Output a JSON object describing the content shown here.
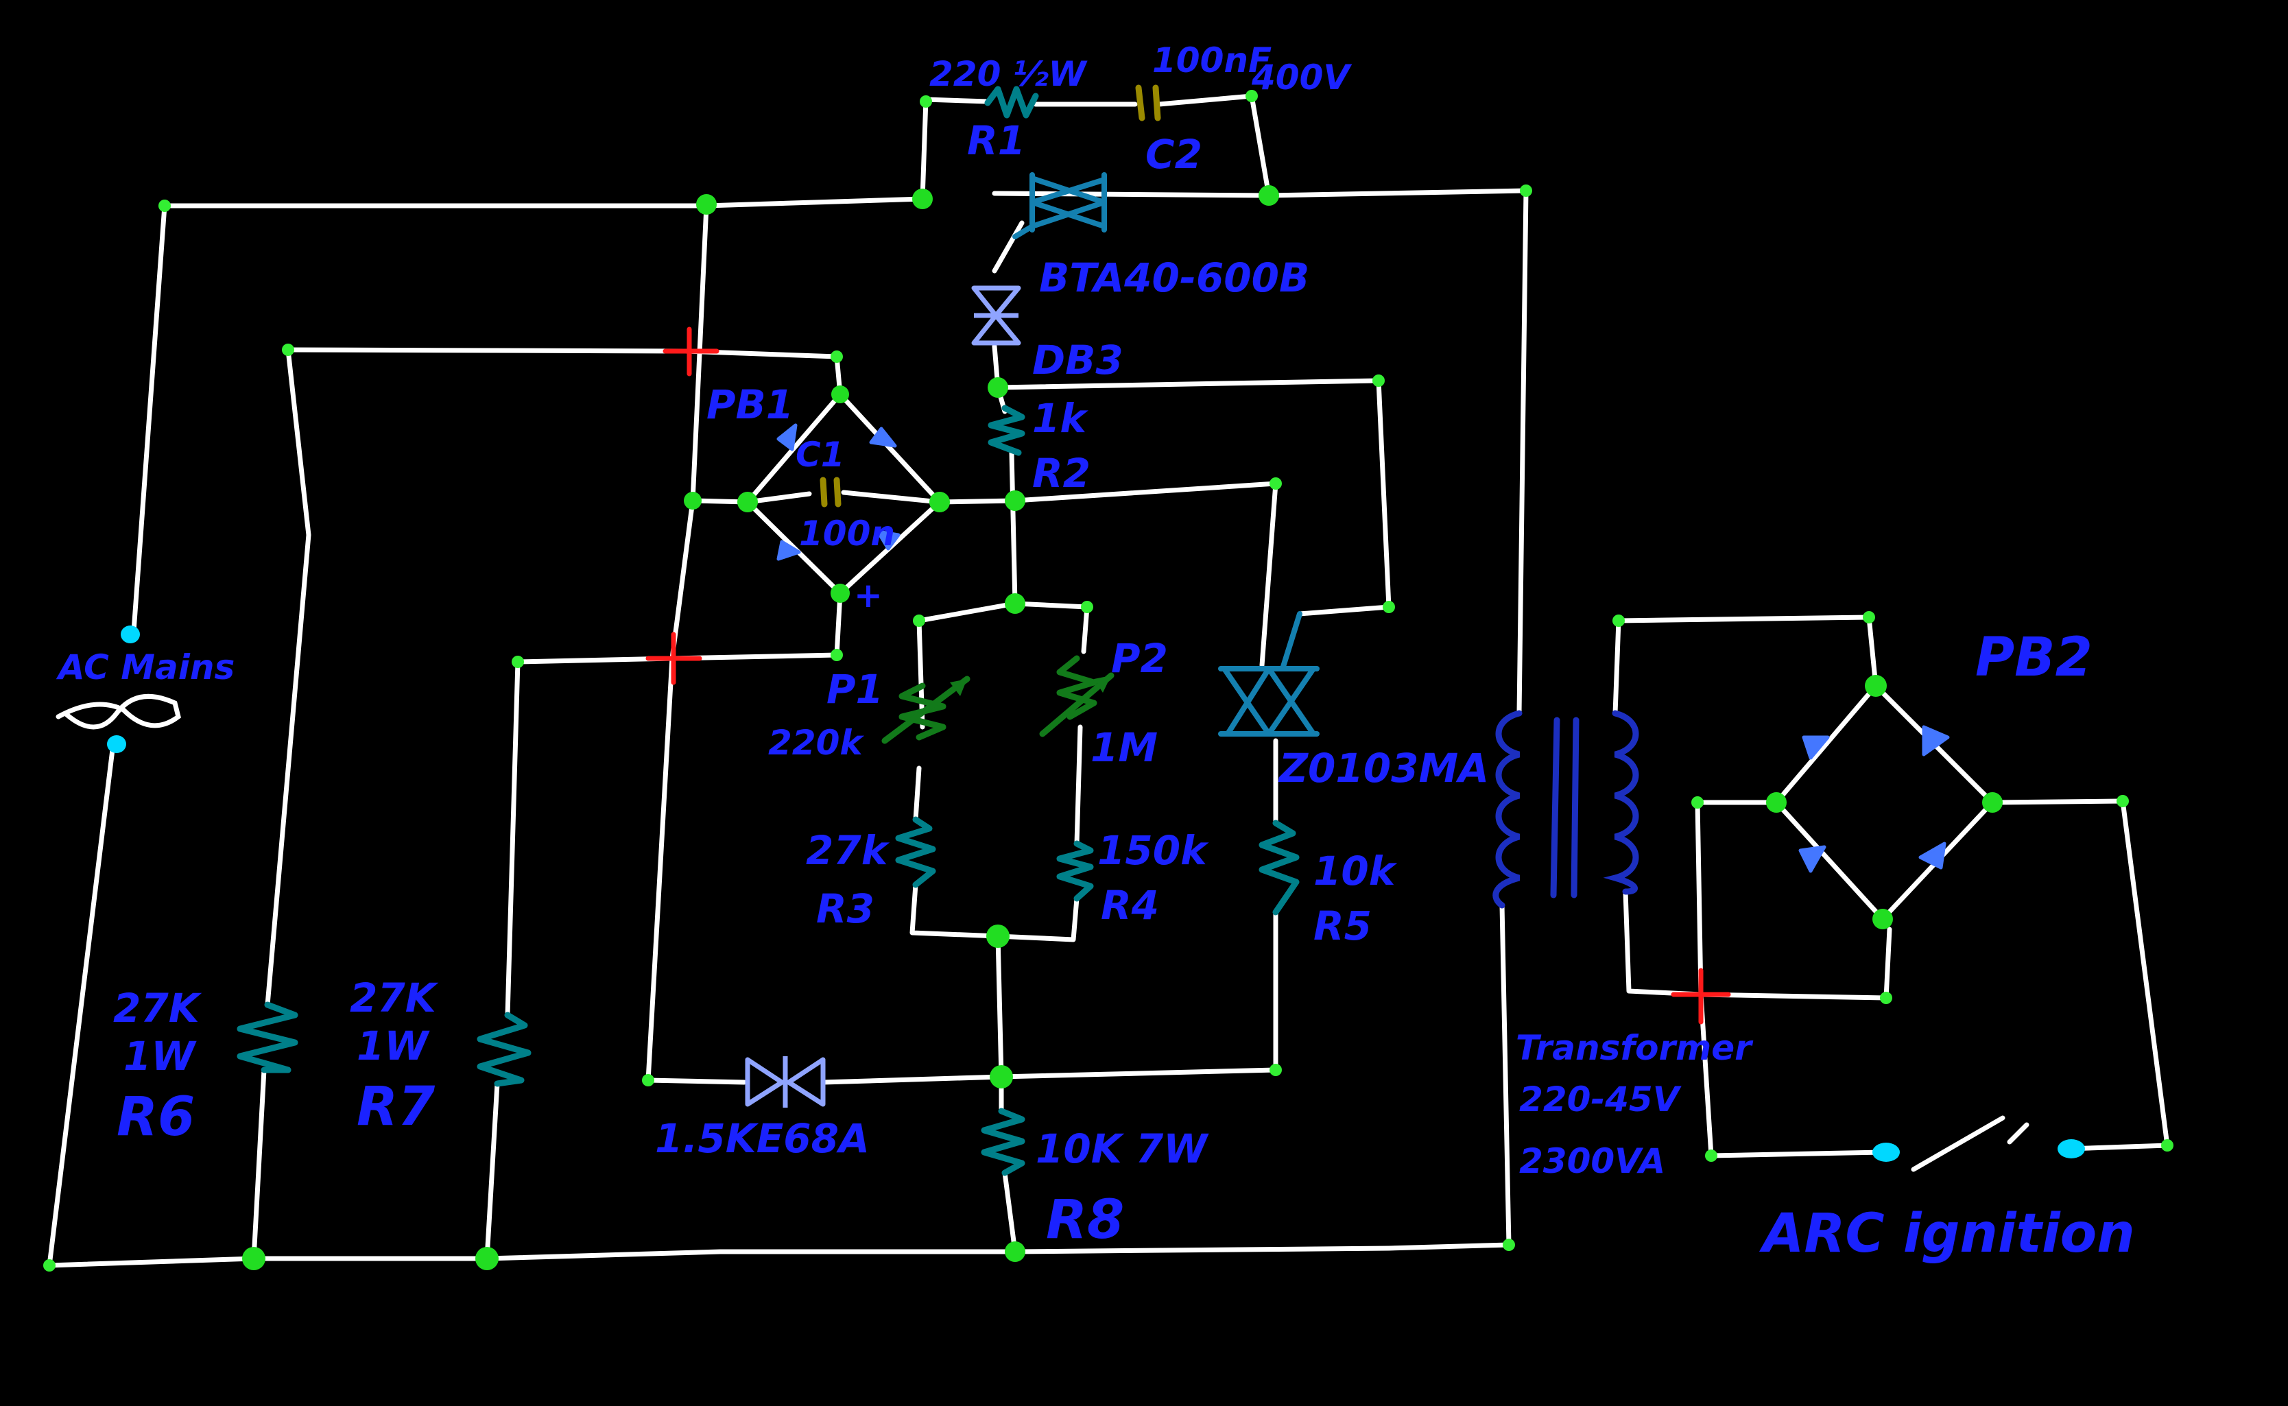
{
  "labels": {
    "r1_value": "220 ½W",
    "r1_ref": "R1",
    "c2_value": "100nF",
    "c2_voltage": "400V",
    "c2_ref": "C2",
    "triac_part": "BTA40-600B",
    "diac_part": "DB3",
    "r2_value": "1k",
    "r2_ref": "R2",
    "bridge1_ref": "PB1",
    "c1_ref": "C1",
    "c1_value": "100n",
    "plus_sign": "+",
    "p1_ref": "P1",
    "p1_value": "220k",
    "p2_ref": "P2",
    "p2_value": "1M",
    "r3_value": "27k",
    "r3_ref": "R3",
    "r4_value": "150k",
    "r4_ref": "R4",
    "r5_value": "10k",
    "r5_ref": "R5",
    "triac2_part": "Z0103MA",
    "tvs_part": "1.5KE68A",
    "r8_value": "10K 7W",
    "r8_ref": "R8",
    "r6_value": "27K",
    "r6_power": "1W",
    "r6_ref": "R6",
    "r7_value": "27K",
    "r7_power": "1W",
    "r7_ref": "R7",
    "mains_label": "AC Mains",
    "transformer_line1": "Transformer",
    "transformer_line2": "220-45V",
    "transformer_line3": "2300VA",
    "bridge2_ref": "PB2",
    "arc_label": "ARC ignition"
  },
  "colors": {
    "background": "#000000",
    "wire": "#ffffff",
    "node": "#22dd22",
    "crossing": "#ff1a1a",
    "terminal": "#00d8ff",
    "label": "#1a22ff",
    "resistor": "#00808a",
    "potentiometer": "#127a1a",
    "capacitor": "#9a8a00"
  }
}
